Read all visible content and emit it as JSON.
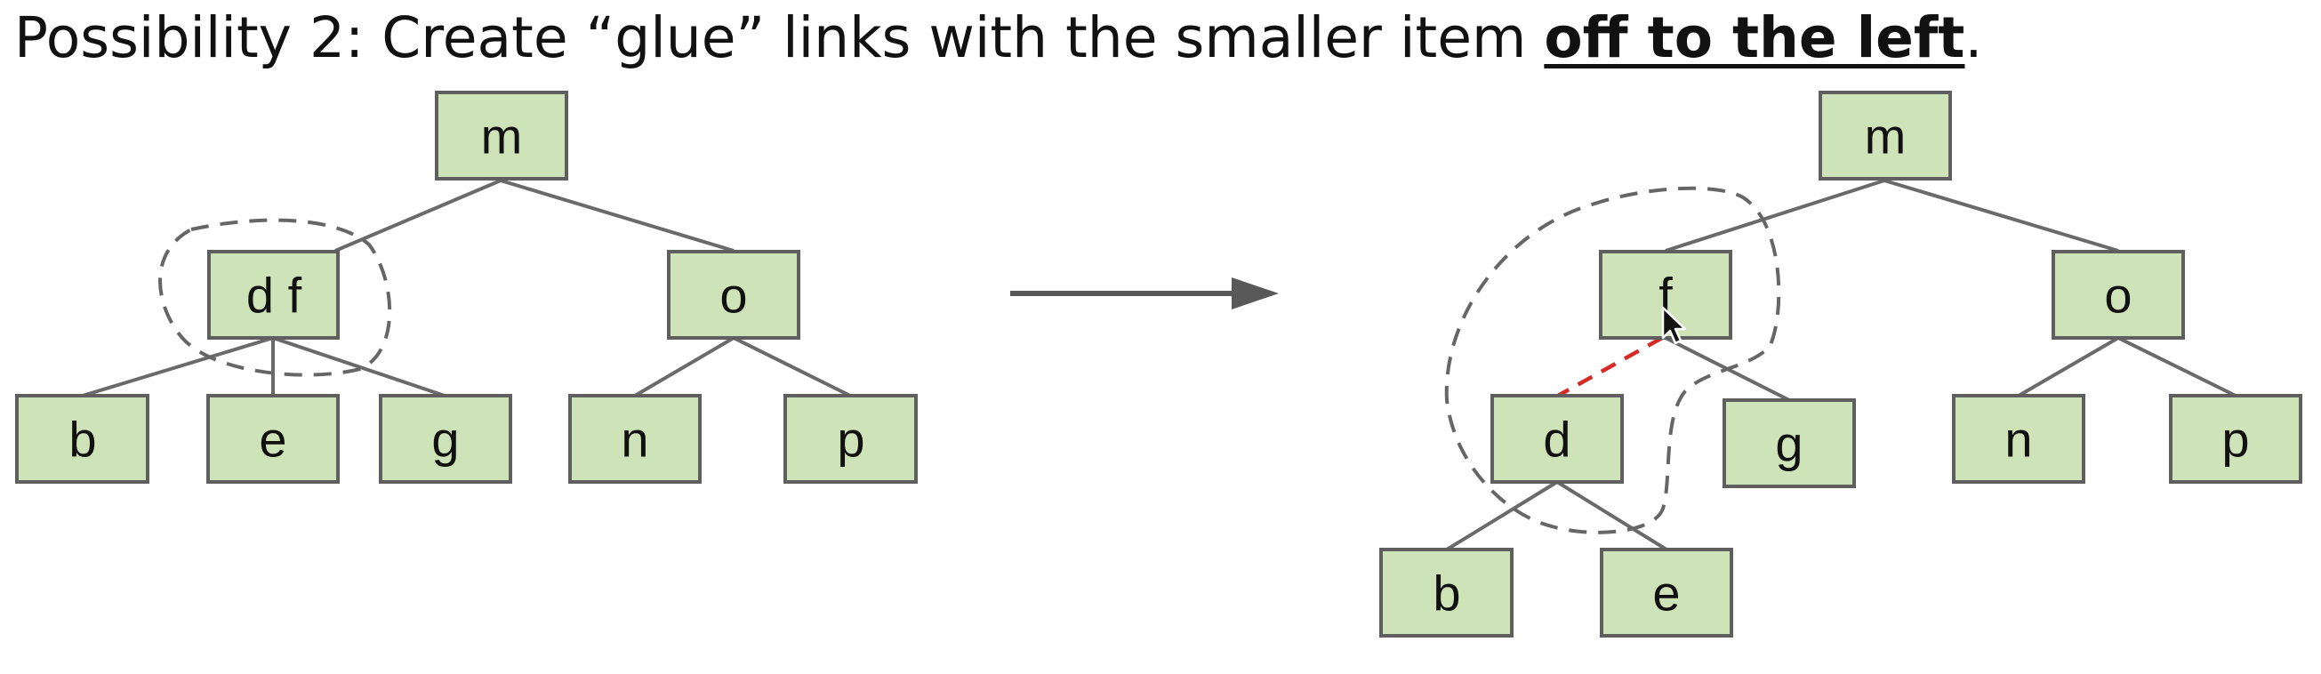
{
  "heading": {
    "prefix": "Possibility 2: Create “glue” links with the smaller item ",
    "emphasis": "off to the left",
    "suffix": "."
  },
  "left_tree": {
    "nodes": {
      "root": "m",
      "left": "d f",
      "right": "o",
      "c1": "b",
      "c2": "e",
      "c3": "g",
      "c4": "n",
      "c5": "p"
    }
  },
  "right_tree": {
    "nodes": {
      "root": "m",
      "f": "f",
      "o": "o",
      "d": "d",
      "g": "g",
      "n": "n",
      "p": "p",
      "b": "b",
      "e": "e"
    }
  },
  "colors": {
    "node_fill": "#cfe3b9",
    "node_stroke": "#5f5f5f",
    "edge": "#6a6a6a",
    "glue_link": "#d62a26"
  },
  "icons": {
    "arrow": "right-arrow-icon",
    "cursor": "mouse-pointer-icon"
  }
}
